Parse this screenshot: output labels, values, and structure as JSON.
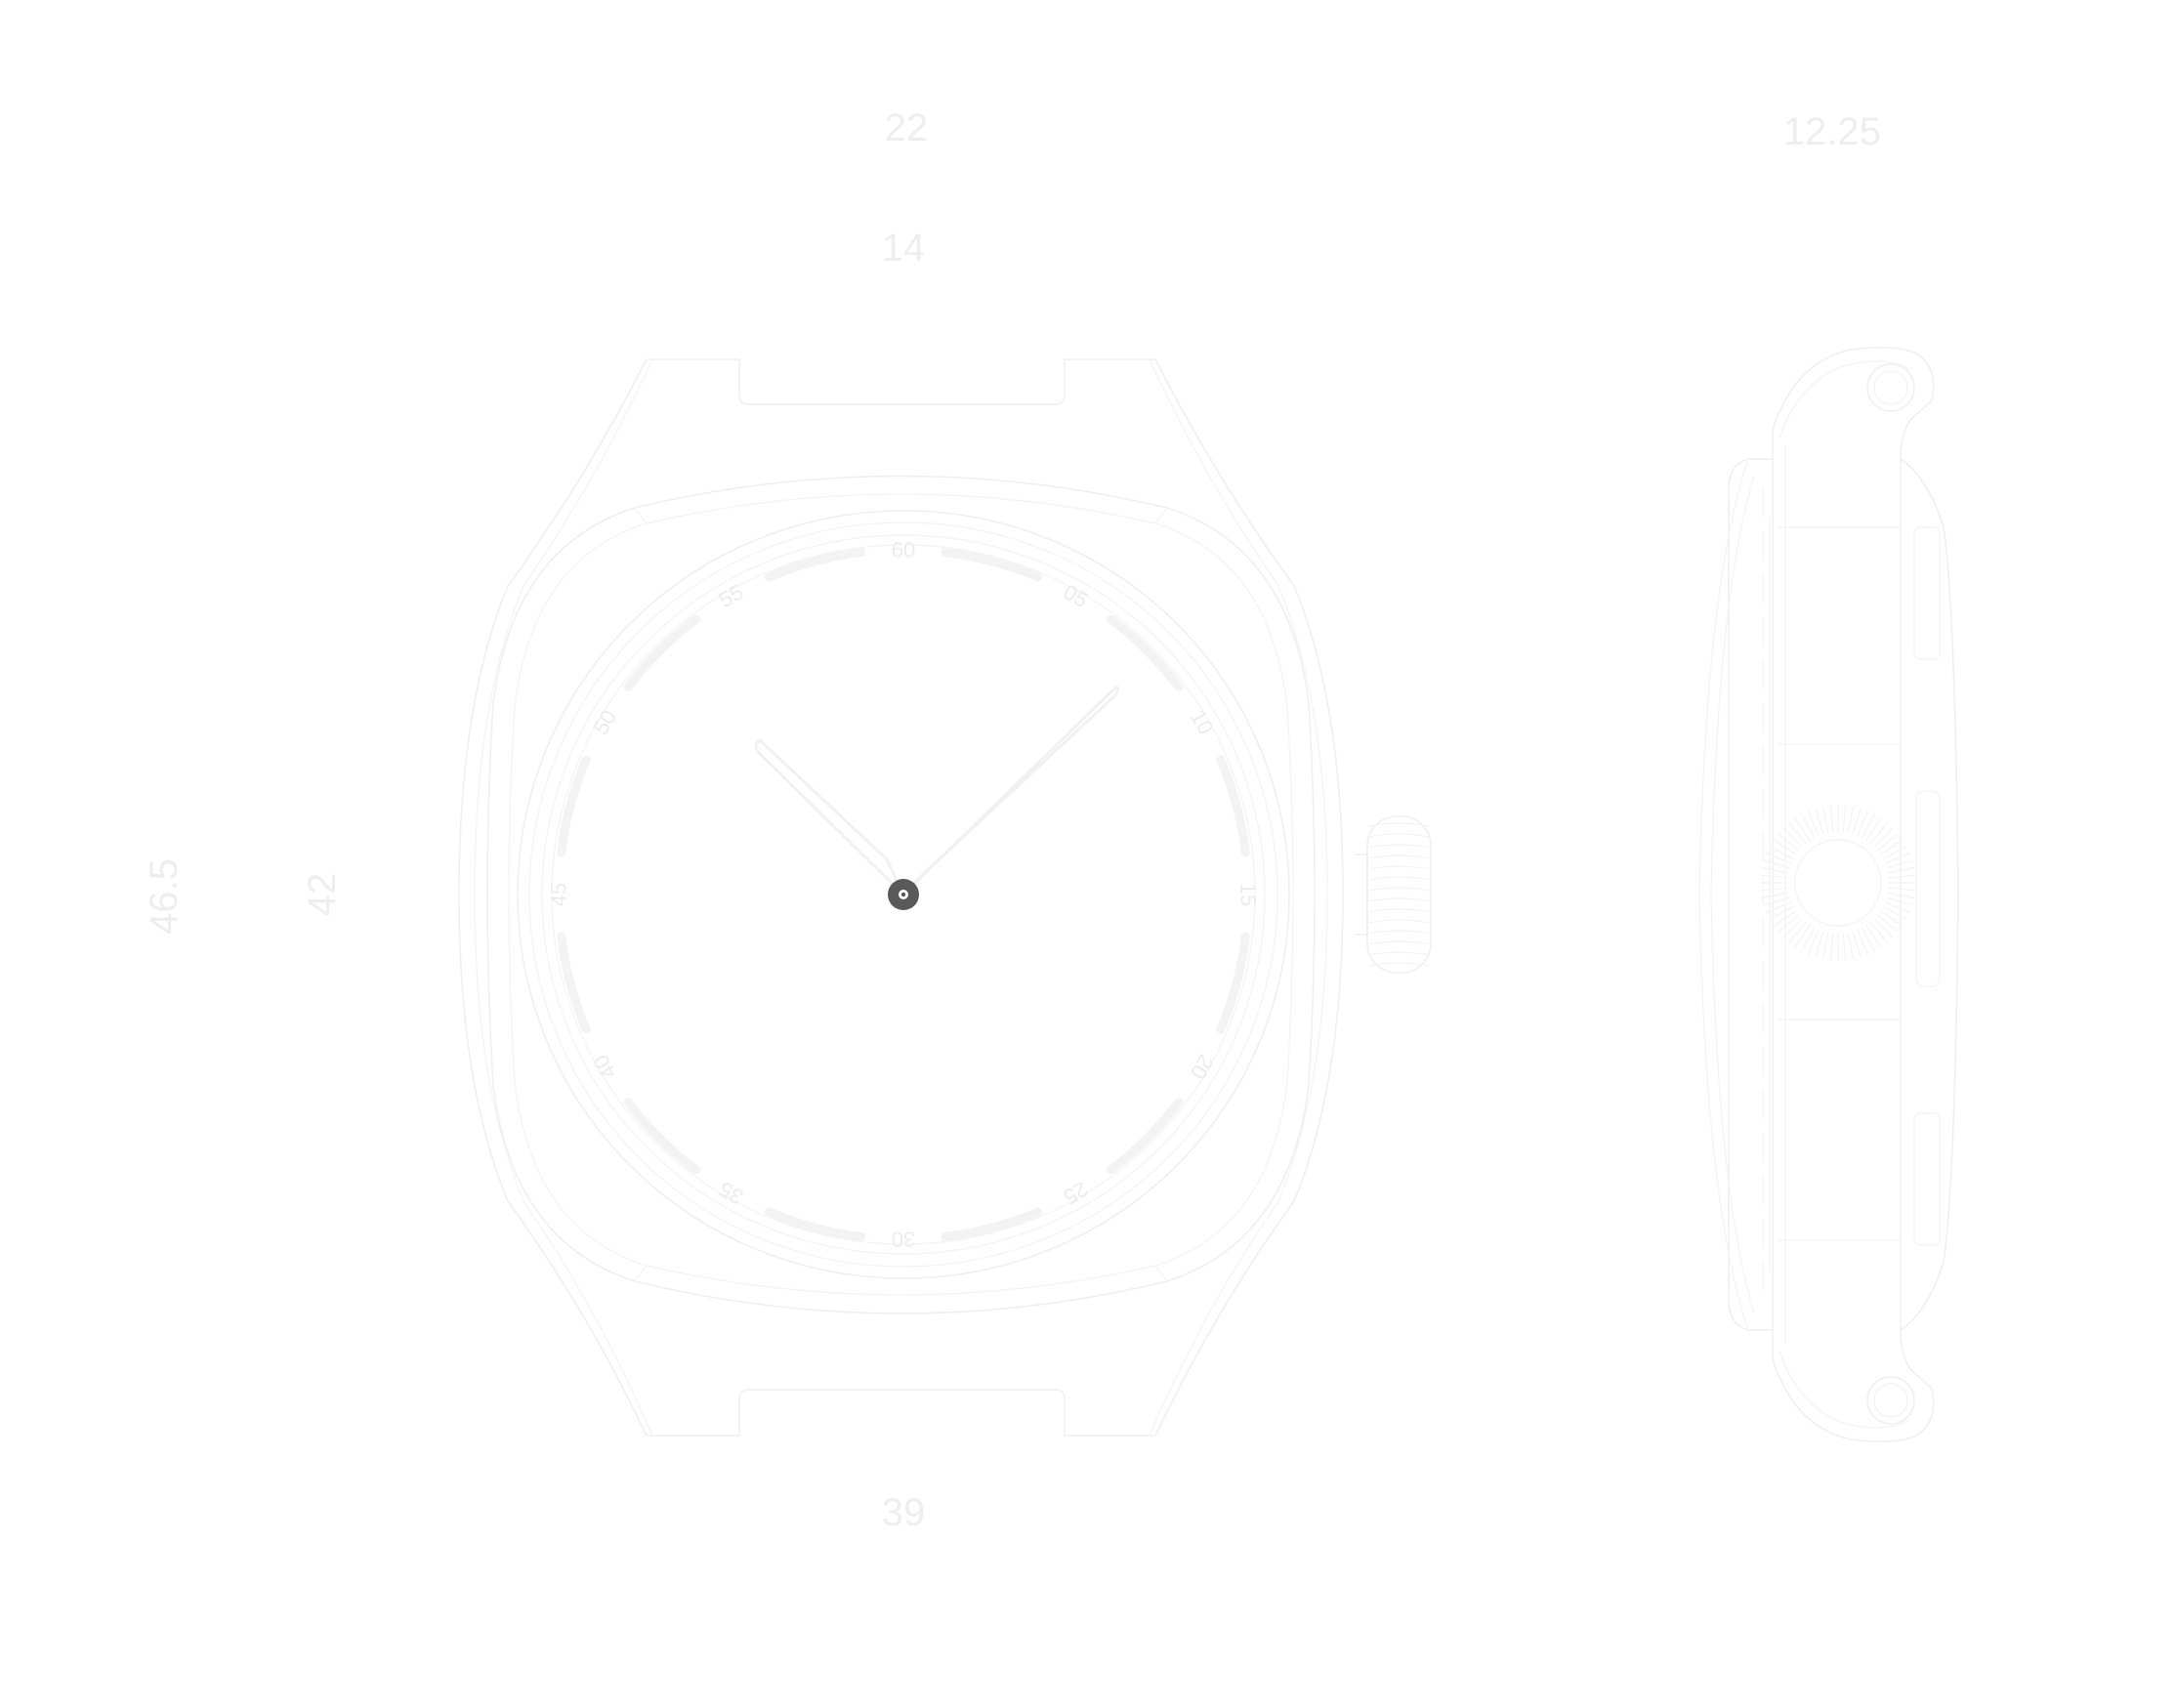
{
  "dimensions": {
    "lug_width": "22",
    "thickness": "12.25",
    "inner_width": "14",
    "lug_to_lug": "46.5",
    "diameter": "42",
    "width": "39"
  },
  "dial_markers": [
    "60",
    "05",
    "10",
    "15",
    "20",
    "25",
    "30",
    "35",
    "40",
    "45",
    "50",
    "55"
  ],
  "colors": {
    "background": "#ffffff",
    "outline": "#efefef",
    "dimension_text": "#eeeeee",
    "seconds_hand": "#595959",
    "hour_minute_hands": "#f3f3f3"
  },
  "hands": {
    "hour": 3,
    "minute": 9,
    "second": 7.5
  }
}
